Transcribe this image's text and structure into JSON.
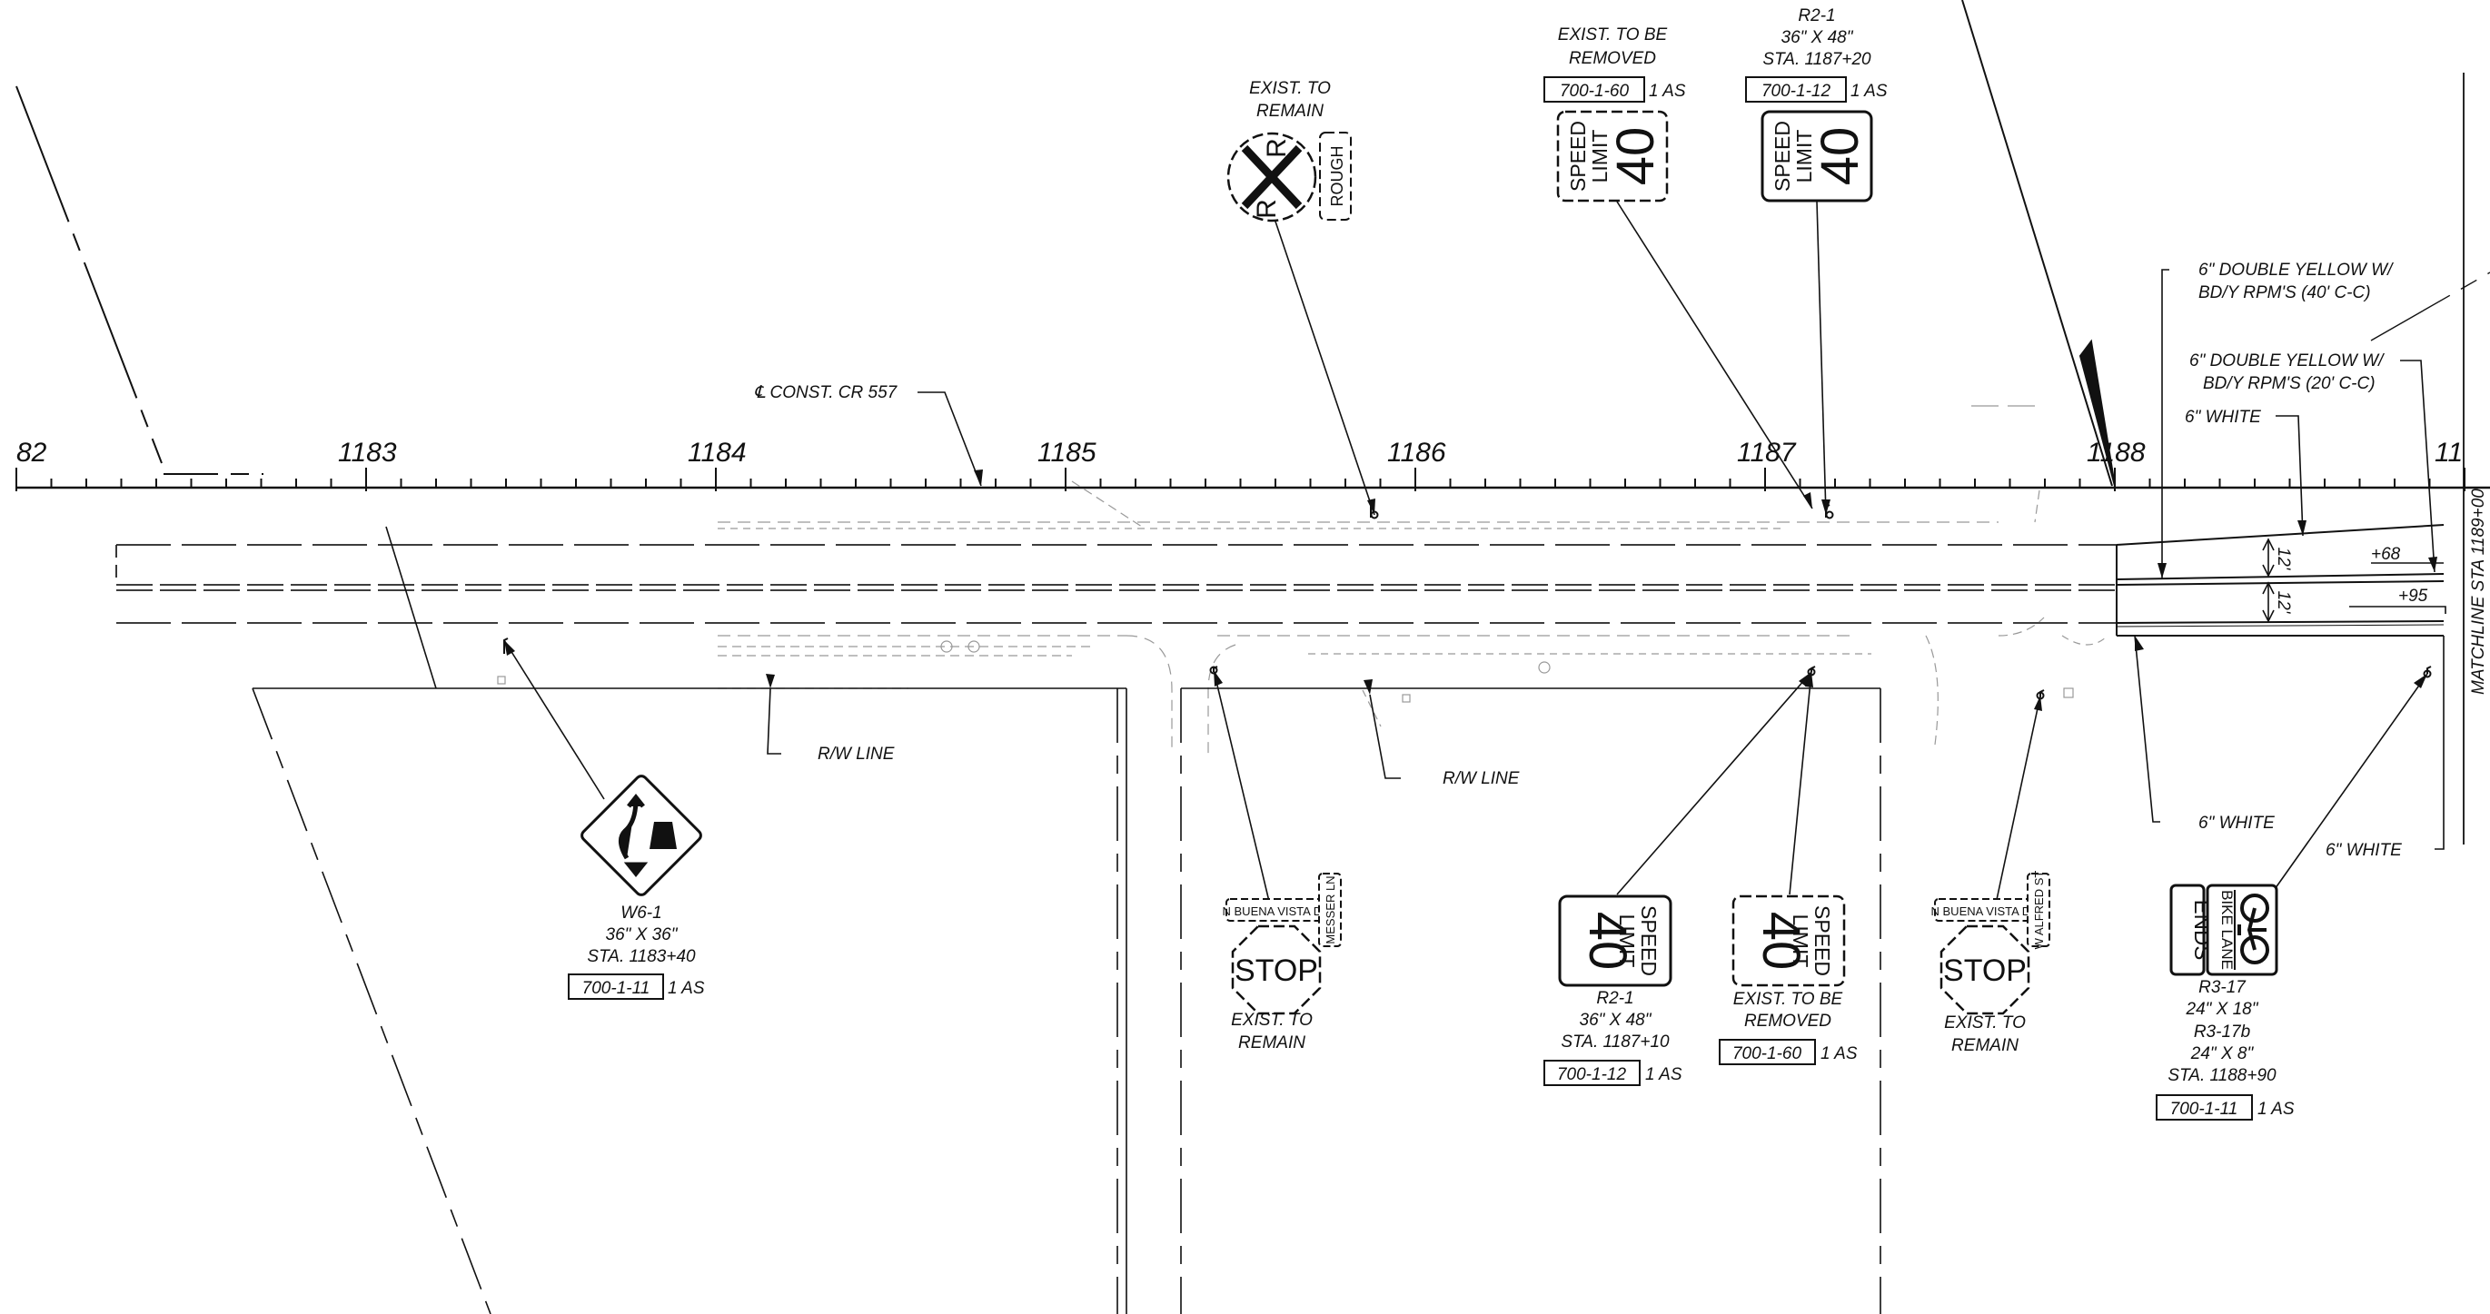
{
  "stations": [
    "82",
    "1183",
    "1184",
    "1185",
    "1186",
    "1187",
    "1188",
    "11"
  ],
  "centerline_label": "℄ CONST. CR 557",
  "matchline": "MATCHLINE STA 1189+00",
  "rw_line_left": "R/W LINE",
  "rw_line_mid": "R/W LINE",
  "rr_sign": {
    "note": [
      "EXIST. TO",
      "REMAIN"
    ],
    "letter_r": "R",
    "plaque": "ROUGH"
  },
  "speed_top_left": {
    "note": [
      "EXIST. TO BE",
      "REMOVED"
    ],
    "pay_item": "700-1-60",
    "qty": "1 AS",
    "sign_line1": "SPEED",
    "sign_line2": "LIMIT",
    "sign_value": "40"
  },
  "speed_top_right": {
    "code": "R2-1",
    "size": "36\" X 48\"",
    "station": "STA. 1187+20",
    "pay_item": "700-1-12",
    "qty": "1 AS",
    "sign_line1": "SPEED",
    "sign_line2": "LIMIT",
    "sign_value": "40"
  },
  "w61": {
    "code": "W6-1",
    "size": "36\" X 36\"",
    "station": "STA. 1183+40",
    "pay_item": "700-1-11",
    "qty": "1 AS"
  },
  "stop_left": {
    "street_a": "N BUENA VISTA DR",
    "street_b": "MESSER LN",
    "stop": "STOP",
    "note": [
      "EXIST. TO",
      "REMAIN"
    ]
  },
  "stop_right": {
    "street_a": "N BUENA VISTA DR",
    "street_b": "W ALFRED ST",
    "stop": "STOP",
    "note": [
      "EXIST. TO",
      "REMAIN"
    ]
  },
  "speed_bottom_left": {
    "code": "R2-1",
    "size": "36\" X 48\"",
    "station": "STA. 1187+10",
    "pay_item": "700-1-12",
    "qty": "1 AS",
    "sign_line1": "SPEED",
    "sign_line2": "LIMIT",
    "sign_value": "40"
  },
  "speed_bottom_right": {
    "note": [
      "EXIST. TO BE",
      "REMOVED"
    ],
    "pay_item": "700-1-60",
    "qty": "1 AS",
    "sign_line1": "SPEED",
    "sign_line2": "LIMIT",
    "sign_value": "40"
  },
  "bike_sign": {
    "ends": "ENDS",
    "bike_lane": "BIKE LANE",
    "code1": "R3-17",
    "size1": "24\" X 18\"",
    "code2": "R3-17b",
    "size2": "24\" X 8\"",
    "station": "STA. 1188+90",
    "pay_item": "700-1-11",
    "qty": "1 AS"
  },
  "markings": {
    "double_yellow_40": [
      "6\" DOUBLE YELLOW W/",
      "BD/Y RPM'S (40' C-C)"
    ],
    "double_yellow_20": [
      "6\" DOUBLE YELLOW W/",
      "BD/Y RPM'S (20' C-C)"
    ],
    "white_top": "6\" WHITE",
    "white_mid": "6\" WHITE",
    "white_right": "6\" WHITE",
    "offset_68": "+68",
    "offset_95": "+95",
    "dim_12a": "12'",
    "dim_12b": "12'"
  }
}
